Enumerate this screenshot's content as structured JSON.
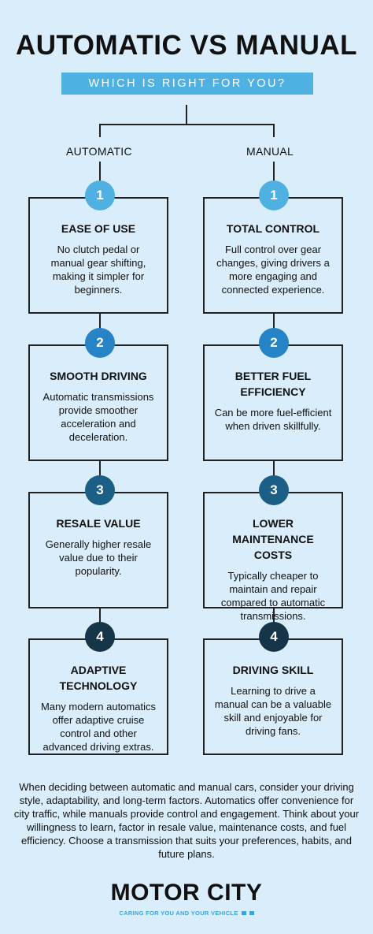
{
  "title": "AUTOMATIC VS MANUAL",
  "subtitle": "WHICH IS RIGHT FOR YOU?",
  "columns": {
    "automatic": {
      "label": "AUTOMATIC",
      "items": [
        {
          "num": "1",
          "title": "EASE OF USE",
          "text": "No clutch pedal or manual gear shifting, making it simpler for beginners."
        },
        {
          "num": "2",
          "title": "SMOOTH DRIVING",
          "text": "Automatic transmissions provide smoother acceleration and deceleration."
        },
        {
          "num": "3",
          "title": "RESALE VALUE",
          "text": "Generally higher resale value due to their popularity."
        },
        {
          "num": "4",
          "title": "ADAPTIVE TECHNOLOGY",
          "text": "Many modern automatics offer adaptive cruise control and other advanced driving extras."
        }
      ]
    },
    "manual": {
      "label": "MANUAL",
      "items": [
        {
          "num": "1",
          "title": "TOTAL CONTROL",
          "text": "Full control over gear changes, giving drivers a more engaging and connected experience."
        },
        {
          "num": "2",
          "title": "BETTER FUEL EFFICIENCY",
          "text": "Can be more fuel-efficient when driven skillfully."
        },
        {
          "num": "3",
          "title": "LOWER MAINTENANCE COSTS",
          "text": "Typically cheaper to maintain and repair compared to automatic transmissions."
        },
        {
          "num": "4",
          "title": "DRIVING SKILL",
          "text": "Learning to drive a manual can be a valuable skill and enjoyable for driving fans."
        }
      ]
    }
  },
  "badge_colors": [
    "#4fb0e2",
    "#2683c6",
    "#1c5f86",
    "#163548"
  ],
  "summary": "When deciding between automatic and manual cars, consider your driving style, adaptability, and long-term factors. Automatics offer convenience for city traffic, while manuals provide control and engagement. Think about your willingness to learn, factor in resale value, maintenance costs, and fuel efficiency. Choose a transmission that suits your preferences, habits, and future plans.",
  "logo": {
    "name": "MOTOR CITY",
    "tagline": "CARING FOR YOU AND YOUR VEHICLE"
  }
}
